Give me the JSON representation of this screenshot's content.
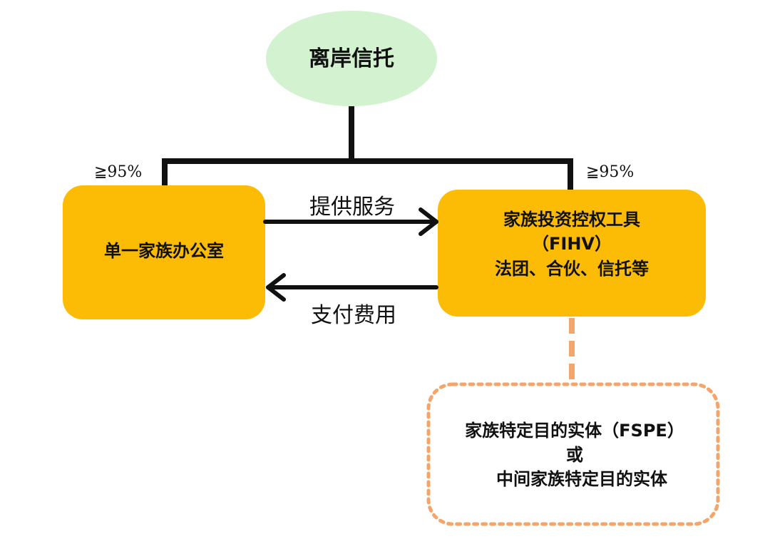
{
  "colors": {
    "top_fill": "#d3f2cf",
    "box_fill": "#fcbc05",
    "line": "#111111",
    "dashed": "#f5a46a",
    "text": "#111111"
  },
  "nodes": {
    "top": {
      "label": "离岸信托"
    },
    "left": {
      "label": "单一家族办公室"
    },
    "right": {
      "line1": "家族投资控权工具",
      "line2": "（FIHV）",
      "line3": "法团、合伙、信托等"
    },
    "bottom": {
      "line1": "家族特定目的实体（FSPE）",
      "line2": "或",
      "line3": "中间家族特定目的实体"
    }
  },
  "edges": {
    "left_pct": "≧95%",
    "right_pct": "≧95%",
    "service": "提供服务",
    "payment": "支付费用"
  }
}
